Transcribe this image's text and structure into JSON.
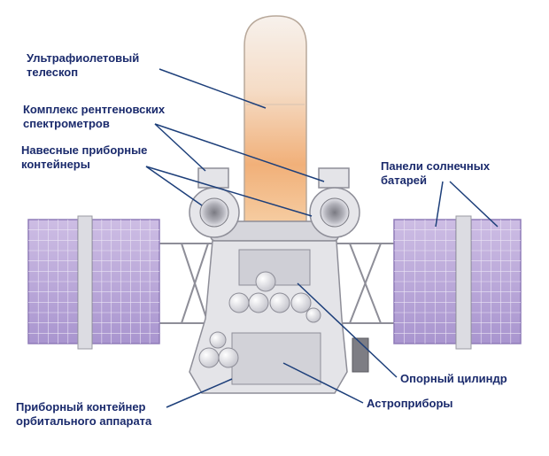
{
  "colors": {
    "label_text": "#1a2a6c",
    "leader_line": "#1d3f7a",
    "panel_fill": "#b9a6d6",
    "panel_grid": "#ece6f5",
    "frame": "#9a9aa3",
    "body": "#e2e2e6",
    "telescope_top": "#f3ece6",
    "telescope_mid": "#f0b27a"
  },
  "labels": {
    "uv_telescope": {
      "line1": "Ультрафиолетовый",
      "line2": "телескоп"
    },
    "xray_complex": {
      "line1": "Комплекс рентгеновских",
      "line2": "спектрометров"
    },
    "mounted_containers": {
      "line1": "Навесные приборные",
      "line2": "контейнеры"
    },
    "solar_panels": {
      "line1": "Панели солнечных",
      "line2": "батарей"
    },
    "support_cylinder": {
      "line1": "Опорный цилиндр"
    },
    "astro_instruments": {
      "line1": "Астроприборы"
    },
    "orbital_container": {
      "line1": "Приборный контейнер",
      "line2": "орбитального аппарата"
    }
  }
}
